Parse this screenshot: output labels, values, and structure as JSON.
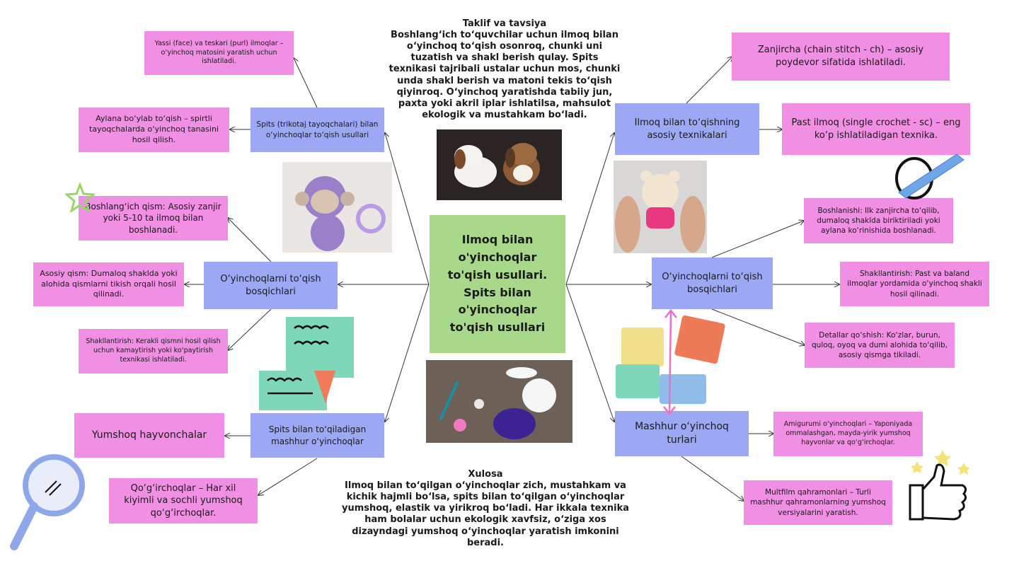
{
  "center": {
    "title": "Ilmoq bilan o'yinchoqlar to'qish usullari. Spits bilan o'yinchoqlar to'qish usullari"
  },
  "left": {
    "spits_methods": {
      "label": "Spits (trikotaj tayoqchalari) bilan o‘yinchoqlar to‘qish usullari",
      "children": [
        "Yassi (face) va teskari (purl) ilmoqlar – o‘yinchoq matosini yaratish uchun ishlatiladi.",
        "Aylana bo‘ylab to‘qish – spirtli tayoqchalarda o‘yinchoq tanasini hosil qilish."
      ]
    },
    "stages": {
      "label": "O‘yinchoqlarni to‘qish bosqichlari",
      "children": [
        "Boshlang‘ich qism: Asosiy zanjir yoki 5-10 ta ilmoq bilan boshlanadi.",
        "Asosiy qism: Dumaloq shaklda yoki alohida qismlarni tikish orqali hosil qilinadi.",
        "Shakllantirish: Kerakli qismni hosil qilish uchun kamaytirish yoki ko‘paytirish texnikasi ishlatiladi."
      ]
    },
    "famous": {
      "label": "Spits bilan to‘qiladigan mashhur o‘yinchoqlar",
      "children": [
        "Yumshoq hayvonchalar",
        "Qo‘g‘irchoqlar – Har xil kiyimli va sochli yumshoq qo‘g‘irchoqlar."
      ]
    }
  },
  "right": {
    "techniques": {
      "label": "Ilmoq bilan to‘qishning asosiy texnikalari",
      "children": [
        "Zanjircha (chain stitch - ch) – asosiy poydevor sifatida ishlatiladi.",
        "Past ilmoq (single crochet - sc) – eng ko‘p ishlatiladigan texnika."
      ]
    },
    "stages": {
      "label": "O‘yinchoqlarni to‘qish bosqichlari",
      "children": [
        "Boshlanishi: Ilk zanjircha to‘qilib, dumaloq shaklda biriktiriladi yoki aylana ko‘rinishida boshlanadi.",
        "Shakllantirish: Past va baland ilmoqlar yordamida o‘yinchoq shakli hosil qilinadi.",
        "Detallar qo‘shish: Ko‘zlar, burun, quloq, oyoq va dumi alohida to‘qilib, asosiy qismga tikiladi."
      ]
    },
    "famous": {
      "label": "Mashhur o‘yinchoq turlari",
      "children": [
        "Amigurumi o‘yinchoqlari – Yaponiyada ommalashgan, mayda-yirik yumshoq hayvonlar va qo‘g‘irchoqlar.",
        "Multfilm qahramonlari – Turli mashhur qahramonlarning yumshoq versiyalarini yaratish."
      ]
    }
  },
  "recommendation": {
    "title": "Taklif va tavsiya",
    "body": "Boshlang‘ich to‘quvchilar uchun ilmoq bilan o‘yinchoq to‘qish osonroq, chunki uni tuzatish va shakl berish qulay. Spits texnikasi tajribali ustalar uchun mos, chunki unda shakl berish va matoni tekis to‘qish qiyinroq. O‘yinchoq yaratishda tabiiy jun, paxta yoki akril iplar ishlatilsa, mahsulot ekologik va mustahkam bo‘ladi."
  },
  "conclusion": {
    "title": "Xulosa",
    "body": "Ilmoq bilan to‘qilgan o‘yinchoqlar zich, mustahkam va kichik hajmli bo‘lsa, spits bilan to‘qilgan o‘yinchoqlar yumshoq, elastik va yirikroq bo‘ladi. Har ikkala texnika ham bolalar uchun ekologik xavfsiz, o‘ziga xos dizayndagi yumshoq o‘yinchoqlar yaratish imkonini beradi."
  },
  "colors": {
    "pink": "#f08fe3",
    "blue": "#9da8f5",
    "green": "#a8d98a"
  },
  "decorations": [
    "star-icon",
    "pen-icon",
    "notes-icon",
    "puzzle-icon",
    "magnifier-icon",
    "thumbs-up-icon"
  ]
}
